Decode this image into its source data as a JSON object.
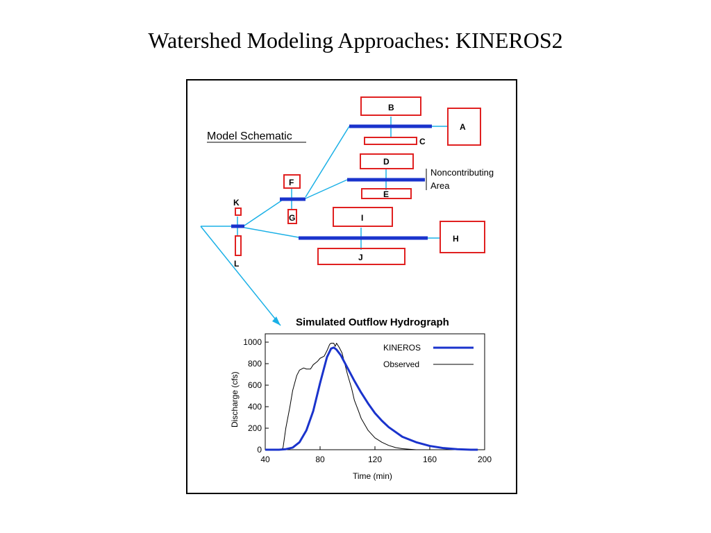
{
  "slide_title": "Watershed Modeling Approaches: KINEROS2",
  "schematic": {
    "heading": "Model Schematic",
    "planes": [
      "A",
      "B",
      "C",
      "D",
      "E",
      "F",
      "G",
      "H",
      "I",
      "J",
      "K",
      "L"
    ],
    "noncontributing_line1": "Noncontributing",
    "noncontributing_line2": "Area",
    "colors": {
      "plane_border": "#e02020",
      "channel": "#1a33cc",
      "connector": "#1ab0e6"
    }
  },
  "chart_data": {
    "type": "line",
    "title": "Simulated Outflow Hydrograph",
    "xlabel": "Time (min)",
    "ylabel": "Discharge (cfs)",
    "xlim": [
      40,
      200
    ],
    "ylim": [
      0,
      1000
    ],
    "xticks": [
      40,
      80,
      120,
      160,
      200
    ],
    "yticks": [
      0,
      200,
      400,
      600,
      800,
      1000
    ],
    "grid": false,
    "legend_position": "top-right",
    "series": [
      {
        "name": "KINEROS",
        "color": "#1a33cc",
        "width": 3,
        "x": [
          40,
          50,
          55,
          60,
          65,
          70,
          75,
          80,
          85,
          88,
          90,
          92,
          95,
          100,
          105,
          110,
          115,
          120,
          125,
          130,
          140,
          150,
          160,
          170,
          180,
          190,
          195
        ],
        "y": [
          0,
          0,
          5,
          20,
          70,
          180,
          360,
          620,
          860,
          940,
          950,
          930,
          880,
          760,
          640,
          530,
          430,
          340,
          270,
          210,
          120,
          70,
          35,
          15,
          5,
          0,
          0
        ]
      },
      {
        "name": "Observed",
        "color": "#000000",
        "width": 1,
        "x": [
          40,
          52,
          53,
          55,
          58,
          60,
          63,
          65,
          68,
          70,
          73,
          75,
          78,
          80,
          83,
          85,
          87,
          88,
          90,
          91,
          92,
          94,
          96,
          98,
          100,
          103,
          105,
          108,
          110,
          115,
          120,
          125,
          130,
          135,
          140,
          150,
          160,
          200
        ],
        "y": [
          0,
          0,
          20,
          200,
          400,
          550,
          690,
          740,
          760,
          750,
          750,
          790,
          820,
          850,
          870,
          920,
          980,
          990,
          990,
          960,
          990,
          950,
          900,
          800,
          700,
          570,
          460,
          360,
          290,
          180,
          110,
          70,
          40,
          20,
          10,
          0,
          0,
          0
        ]
      }
    ]
  }
}
